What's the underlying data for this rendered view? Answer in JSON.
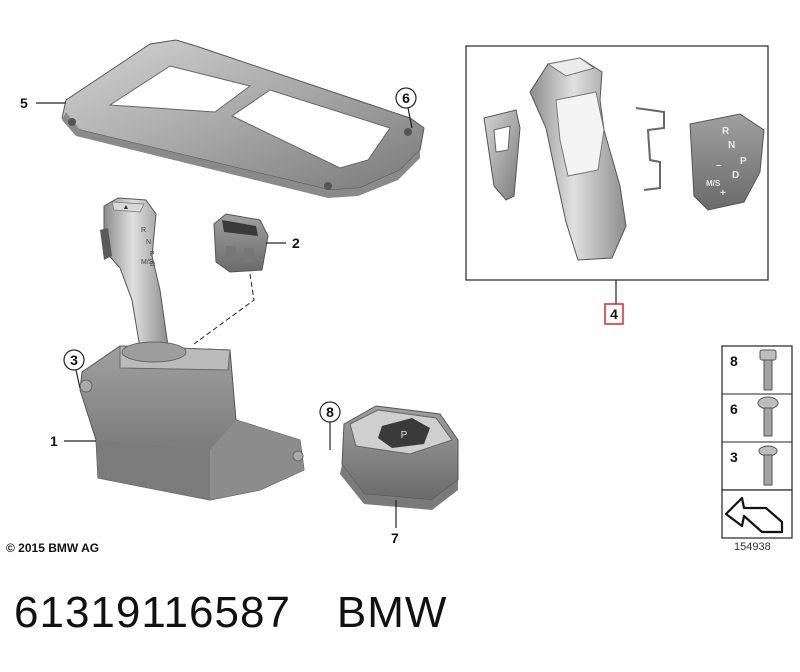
{
  "callouts": {
    "p1": "1",
    "p2": "2",
    "p3": "3",
    "p4": "4",
    "p5": "5",
    "p6": "6",
    "p7": "7",
    "p8": "8"
  },
  "screw_panel": {
    "row8": "8",
    "row6": "6",
    "row3": "3"
  },
  "shift_pattern": {
    "r": "R",
    "n": "N",
    "d": "D",
    "p": "P",
    "ms": "M/S",
    "minus": "–",
    "plus": "+"
  },
  "copyright": "© 2015 BMW AG",
  "reference_number": "154938",
  "footer": {
    "part_number": "61319116587",
    "brand": "BMW"
  },
  "colors": {
    "part_fill": "#9a9a9a",
    "part_light": "#c8c8c8",
    "part_dark": "#6e6e6e",
    "highlight_box": "#d9262e"
  }
}
